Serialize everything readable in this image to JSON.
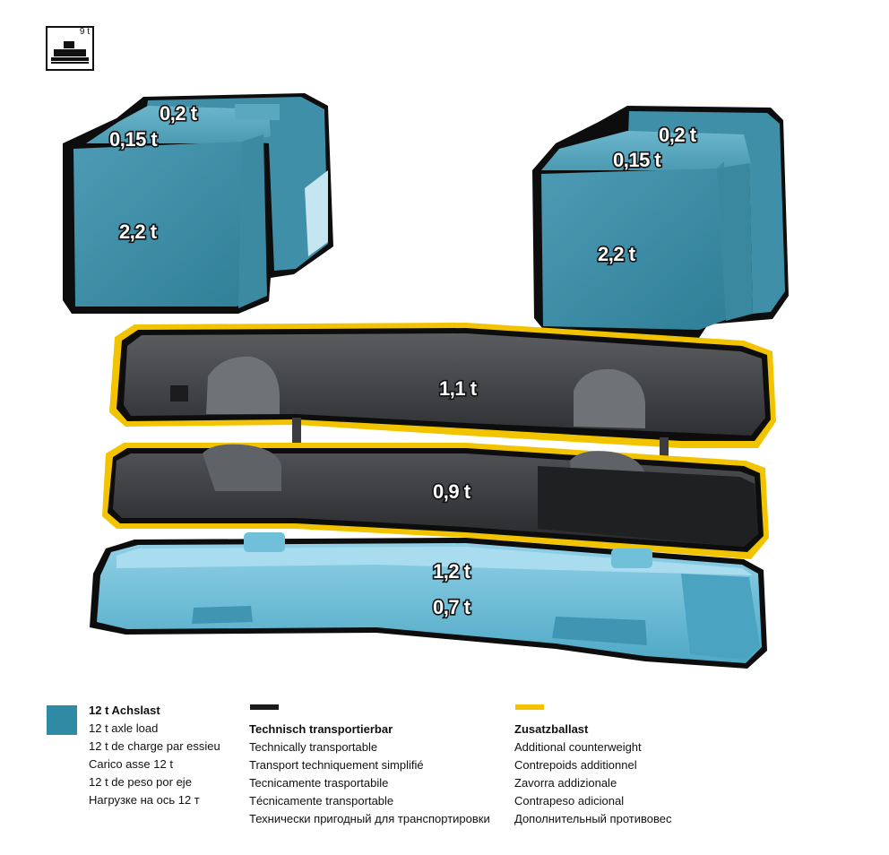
{
  "icon": {
    "capacity_label": "9 t",
    "name": "crane-capacity-icon"
  },
  "weights": {
    "left_top": "0,2 t",
    "left_mid": "0,15 t",
    "left_main": "2,2 t",
    "right_top": "0,2 t",
    "right_mid": "0,15 t",
    "right_main": "2,2 t",
    "upper_bar": "1,1 t",
    "middle_bar": "0,9 t",
    "base_top": "1,2 t",
    "base_bottom": "0,7 t"
  },
  "legend": {
    "axle": {
      "color": "#2f8aa3",
      "title": "12 t Achslast",
      "lines": [
        "12 t axle load",
        "12 t de charge par essieu",
        "Carico asse 12 t",
        "12 t de peso por eje",
        "Нагрузке на ось 12 т"
      ]
    },
    "transport": {
      "color": "#1a1a1a",
      "title": "Technisch transportierbar",
      "lines": [
        "Technically transportable",
        "Transport techniquement simplifié",
        "Tecnicamente trasportabile",
        "Técnicamente transportable",
        "Технически пригодный для транспортировки"
      ]
    },
    "additional": {
      "color": "#f2c400",
      "title": "Zusatzballast",
      "lines": [
        "Additional counterweight",
        "Contrepoids additionnel",
        "Zavorra addizionale",
        "Contrapeso adicional",
        "Дополнительный противовес"
      ]
    }
  }
}
